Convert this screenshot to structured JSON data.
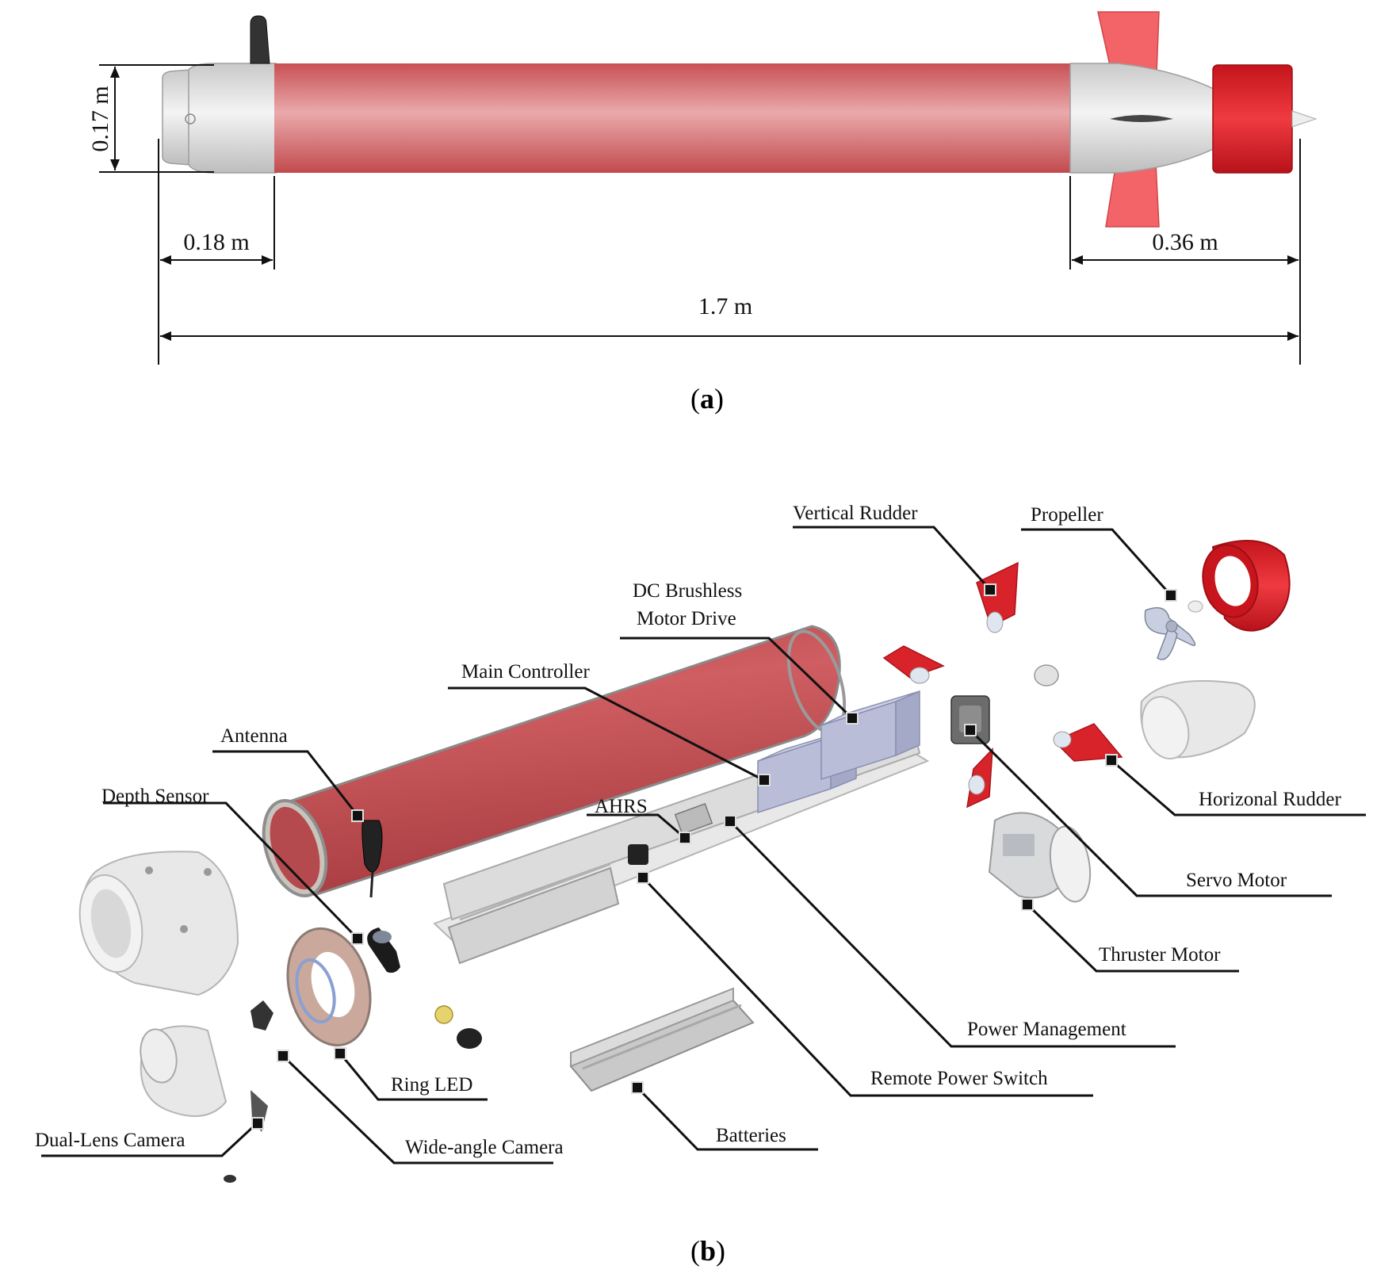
{
  "panel_a": {
    "caption_open": "(",
    "caption_letter": "a",
    "caption_close": ")",
    "dimensions": {
      "diameter": "0.17 m",
      "nose_section": "0.18 m",
      "tail_section": "0.36 m",
      "total_length": "1.7 m"
    }
  },
  "panel_b": {
    "caption_open": "(",
    "caption_letter": "b",
    "caption_close": ")",
    "labels": {
      "vertical_rudder": "Vertical Rudder",
      "propeller": "Propeller",
      "dc_motor_drive_line1": "DC Brushless",
      "dc_motor_drive_line2": "Motor Drive",
      "main_controller": "Main Controller",
      "antenna": "Antenna",
      "depth_sensor": "Depth Sensor",
      "ahrs": "AHRS",
      "horizontal_rudder": "Horizonal Rudder",
      "servo_motor": "Servo Motor",
      "thruster_motor": "Thruster Motor",
      "power_management": "Power Management",
      "remote_power_switch": "Remote Power Switch",
      "ring_led": "Ring LED",
      "batteries": "Batteries",
      "dual_lens_camera": "Dual-Lens Camera",
      "wide_angle_camera": "Wide-angle Camera"
    }
  },
  "colors": {
    "hull_red": "#c9575a",
    "hull_light": "#e8a3a6",
    "fin_red": "#f05b5f",
    "duct_red": "#d9232a",
    "grey_part": "#e6e6e6"
  }
}
